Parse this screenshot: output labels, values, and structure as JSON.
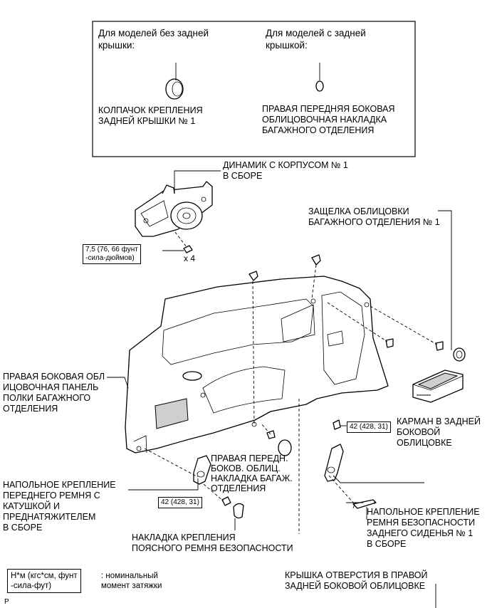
{
  "models": {
    "without_door": "Для моделей без задней\nкрышки:",
    "with_door": "Для моделей с задней\nкрышкой:"
  },
  "labels": {
    "back_door_cap": "КОЛПАЧОК КРЕПЛЕНИЯ\nЗАДНЕЙ КРЫШКИ № 1",
    "right_front_trim_top": "ПРАВАЯ ПЕРЕДНЯЯ БОКОВАЯ\nОБЛИЦОВОЧНАЯ НАКЛАДКА\nБАГАЖНОГО ОТДЕЛЕНИЯ",
    "speaker": "ДИНАМИК С КОРПУСОМ № 1\nВ СБОРЕ",
    "latch": "ЗАЩЕЛКА ОБЛИЦОВКИ\nБАГАЖНОГО ОТДЕЛЕНИЯ № 1",
    "side_panel": "ПРАВАЯ БОКОВАЯ ОБЛ\nИЦОВОЧНАЯ ПАНЕЛЬ\nПОЛКИ БАГАЖНОГО\nОТДЕЛЕНИЯ",
    "pocket": "КАРМАН В ЗАДНЕЙ\nБОКОВОЙ\nОБЛИЦОВКЕ",
    "right_front_trim_short": "ПРАВАЯ ПЕРЕДН.\nБОКОВ. ОБЛИЦ.\nНАКЛАДКА БАГАЖ.\nОТДЕЛЕНИЯ",
    "front_belt_anchor": "НАПОЛЬНОЕ КРЕПЛЕНИЕ\nПЕРЕДНЕГО РЕМНЯ С\nКАТУШКОЙ И\nПРЕДНАТЯЖИТЕЛЕМ\nВ СБОРЕ",
    "rear_belt_anchor": "НАПОЛЬНОЕ КРЕПЛЕНИЕ\nРЕМНЯ БЕЗОПАСНОСТИ\nЗАДНЕГО СИДЕНЬЯ № 1\nВ СБОРЕ",
    "lap_belt_cover": "НАКЛАДКА КРЕПЛЕНИЯ\nПОЯСНОГО РЕМНЯ БЕЗОПАСНОСТИ",
    "hole_cover": "КРЫШКА ОТВЕРСТИЯ В ПРАВОЙ\nЗАДНЕЙ БОКОВОЙ ОБЛИЦОВКЕ"
  },
  "torques": {
    "speaker_torque": "7,5 (76, 66 фунт\n-сила-дюймов)",
    "speaker_qty": "x 4",
    "front_anchor_torque": "42 (428, 31)",
    "rear_anchor_torque": "42 (428, 31)"
  },
  "legend": {
    "units": "Н*м (кгс*см, фунт\n-сила-фут)",
    "meaning": ": номинальный\nмомент затяжки"
  },
  "corner_mark": "P"
}
